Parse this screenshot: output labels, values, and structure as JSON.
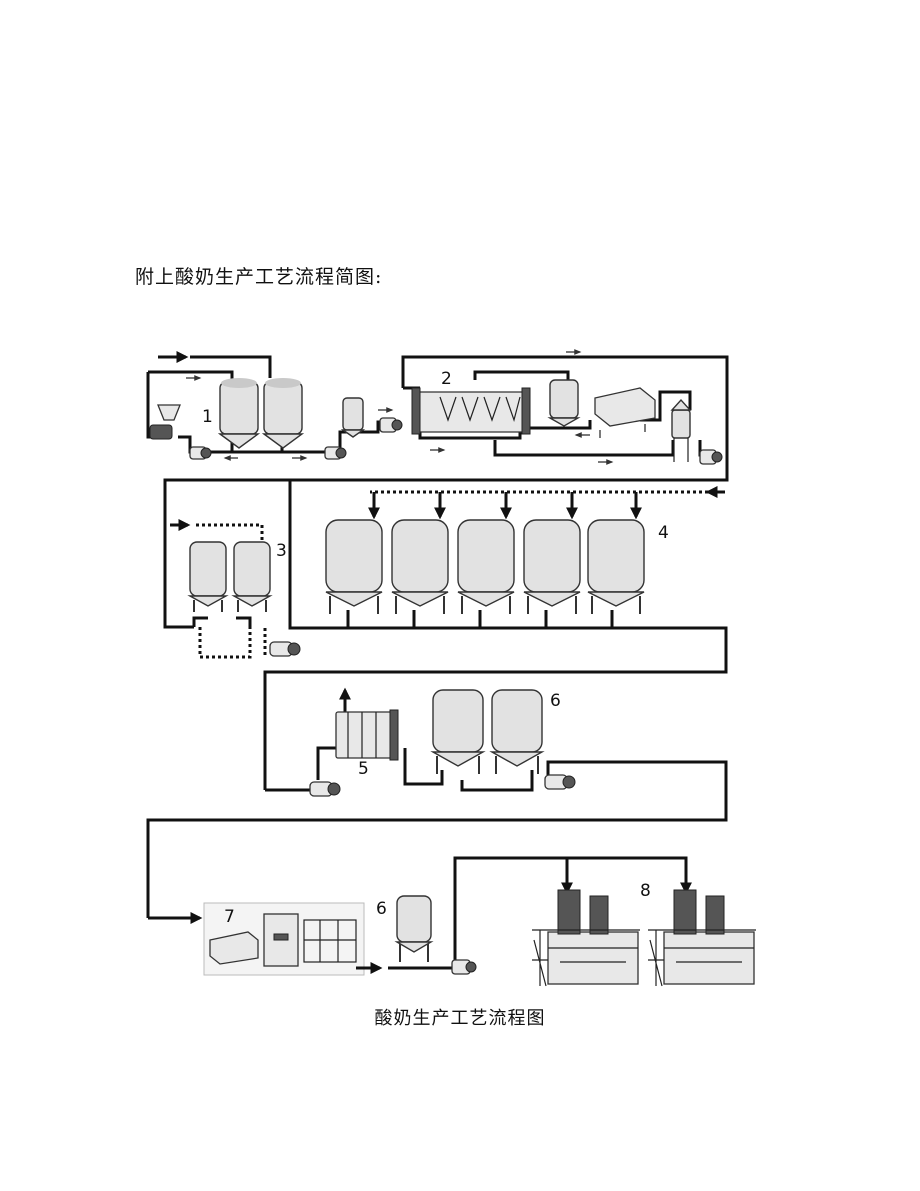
{
  "document": {
    "heading": "附上酸奶生产工艺流程简图:",
    "caption": "酸奶生产工艺流程图"
  },
  "diagram": {
    "step_labels": {
      "s1": "1",
      "s2": "2",
      "s3": "3",
      "s4": "4",
      "s5": "5",
      "s6a": "6",
      "s6b": "6",
      "s7": "7",
      "s8": "8"
    }
  }
}
